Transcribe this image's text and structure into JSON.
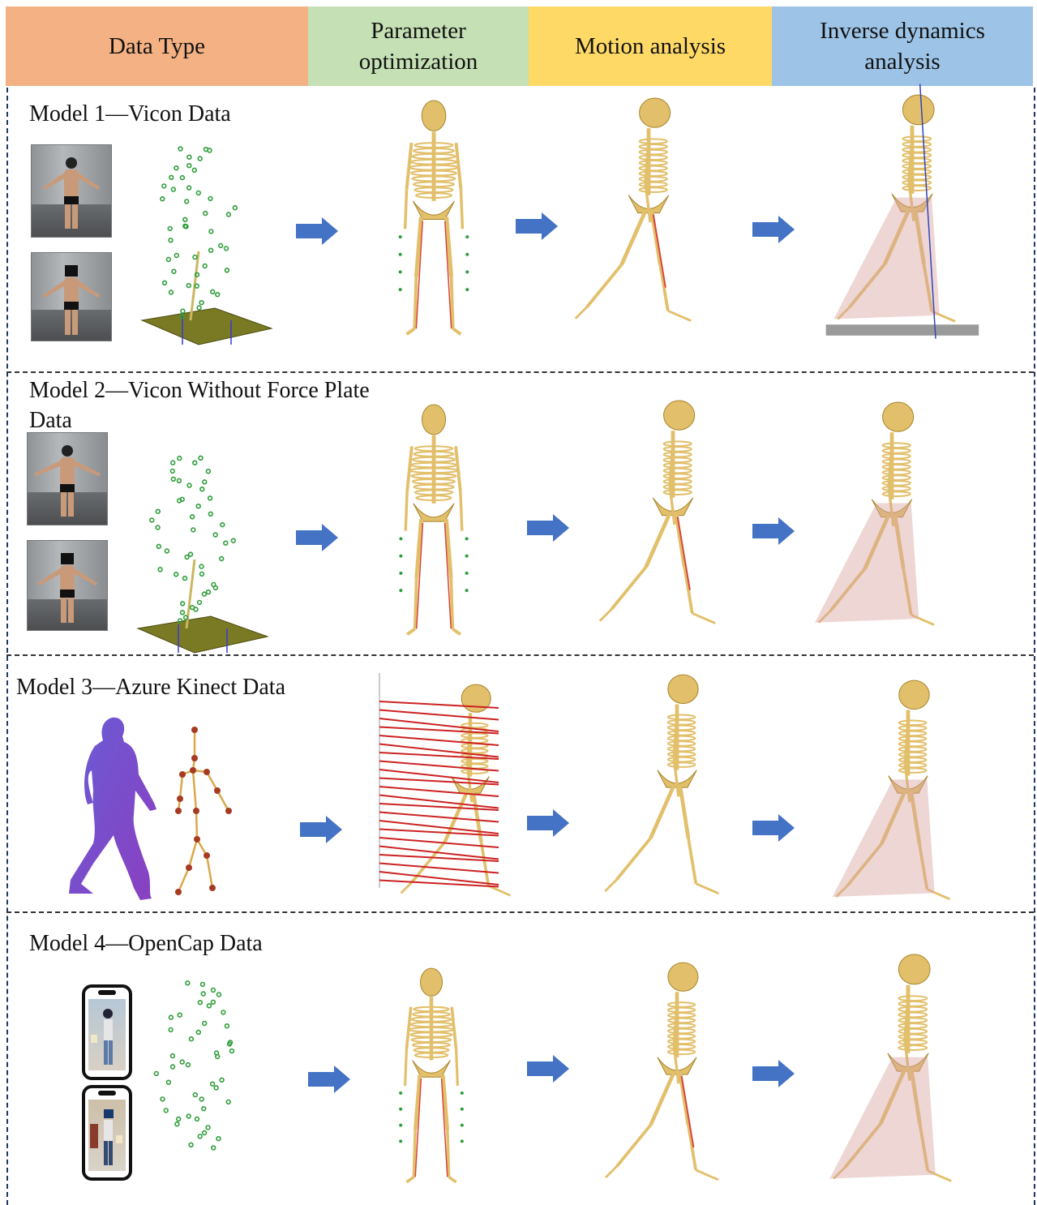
{
  "header": {
    "data_type": "Data Type",
    "param_opt": "Parameter optimization",
    "motion": "Motion analysis",
    "inverse": "Inverse dynamics analysis"
  },
  "models": [
    {
      "title": "Model 1—Vicon Data"
    },
    {
      "title": "Model 2—Vicon Without Force Plate Data"
    },
    {
      "title": "Model 3—Azure Kinect Data"
    },
    {
      "title": "Model 4—OpenCap Data"
    }
  ],
  "colors": {
    "data_type": "#f4b183",
    "param_opt": "#c5e0b4",
    "motion": "#ffd966",
    "inverse": "#9dc3e6",
    "arrow": "#4472c4",
    "bone": "#e2bf6a",
    "muscle": "#d9453a",
    "marker": "#2e9e3a"
  },
  "icons": [
    "right-arrow-icon",
    "skeleton-model",
    "marker-cloud",
    "phone-icon"
  ]
}
